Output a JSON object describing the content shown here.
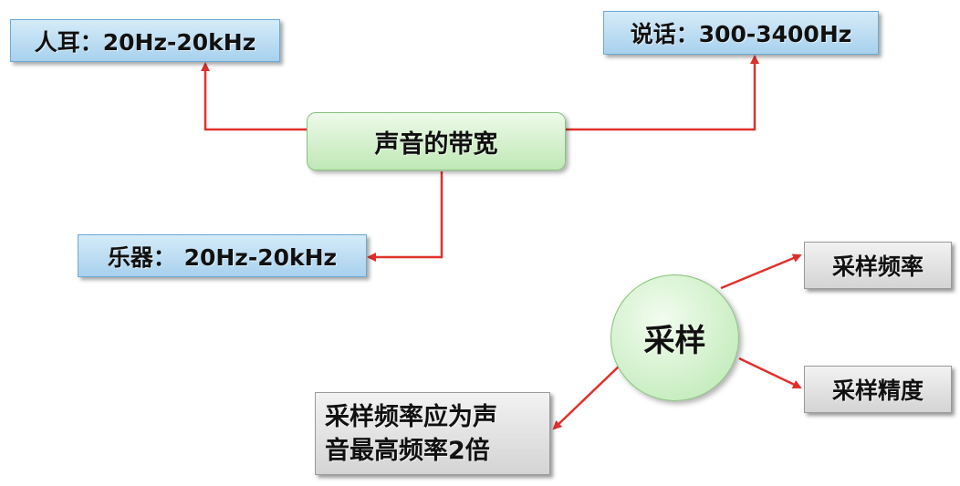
{
  "colors": {
    "connector": "#e0302a",
    "blue_box": "#b8dcf3",
    "green_node": "#cdeec5",
    "gray_box": "#e2e2e2"
  },
  "diagram": {
    "center": "声音的带宽",
    "human_ear": "人耳：20Hz-20kHz",
    "speech": "说话：300-3400Hz",
    "instrument": "乐器： 20Hz-20kHz",
    "sampling": "采样",
    "sampling_frequency": "采样频率",
    "sampling_precision": "采样精度",
    "sampling_rule": "采样频率应为声\n音最高频率2倍"
  }
}
